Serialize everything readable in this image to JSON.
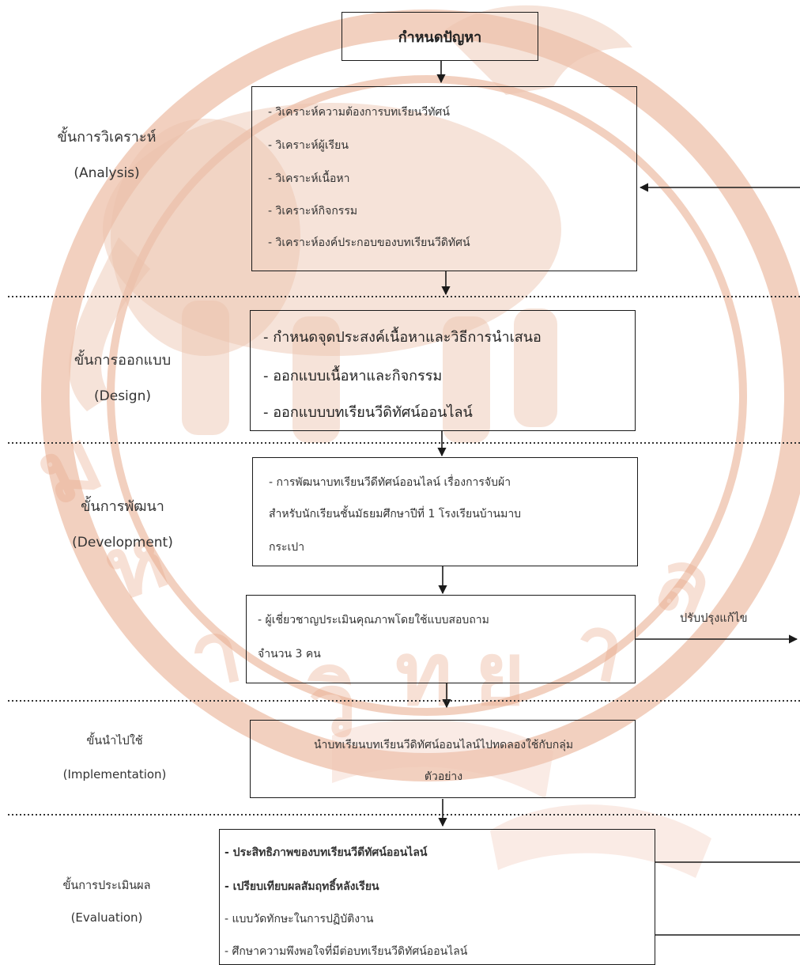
{
  "title": "กำหนดปัญหา",
  "stages": {
    "analysis": {
      "th": "ขั้นการวิเคราะห์",
      "en": "(Analysis)",
      "items": [
        "- วิเคราะห์ความต้องการบทเรียนวีทัศน์",
        "- วิเคราะห์ผู้เรียน",
        "- วิเคราะห์เนื้อหา",
        "- วิเคราะห์กิจกรรม",
        "- วิเคราะห์องค์ประกอบของบทเรียนวีดิทัศน์"
      ]
    },
    "design": {
      "th": "ขั้นการออกแบบ",
      "en": "(Design)",
      "items": [
        "- กำหนดจุดประสงค์เนื้อหาและวิธีการนำเสนอ",
        "- ออกแบบเนื้อหาและกิจกรรม",
        "- ออกแบบบทเรียนวีดิทัศน์ออนไลน์"
      ]
    },
    "development": {
      "th": "ขั้นการพัฒนา",
      "en": "(Development)",
      "lines": [
        "- การพัฒนาบทเรียนวีดีทัศน์ออนไลน์ เรื่องการจับผ้า",
        "สำหรับนักเรียนชั้นมัธยมศึกษาปีที่ 1 โรงเรียนบ้านมาบ",
        "กระเปา"
      ],
      "expert_lines": [
        "- ผู้เชี่ยวชาญประเมินคุณภาพโดยใช้แบบสอบถาม",
        "จำนวน 3 คน"
      ],
      "revise_label": "ปรับปรุงแก้ไข"
    },
    "implementation": {
      "th": "ขั้นนำไปใช้",
      "en": "(Implementation)",
      "lines": [
        "นำบทเรียนบทเรียนวีดิทัศน์ออนไลน์ไปทดลองใช้กับกลุ่ม",
        "ตัวอย่าง"
      ]
    },
    "evaluation": {
      "th": "ขั้นการประเมินผล",
      "en": "(Evaluation)",
      "items": [
        "- ประสิทธิภาพของบทเรียนวีดีทัศน์ออนไลน์",
        "- เปรียบเทียบผลสัมฤทธิ์หลังเรียน",
        "- แบบวัดทักษะในการปฏิบัติงาน",
        "- ศึกษาความพึงพอใจที่มีต่อบทเรียนวีดิทัศน์ออนไลน์"
      ]
    }
  },
  "colors": {
    "watermark": "#c75a2b",
    "line": "#1a1a1a"
  }
}
